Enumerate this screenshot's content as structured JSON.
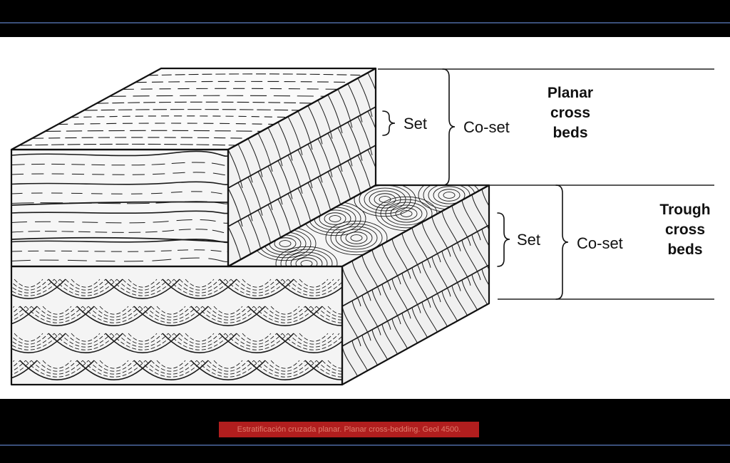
{
  "figure": {
    "planar_group": {
      "set_label": "Set",
      "coset_label": "Co-set",
      "title_lines": [
        "Planar",
        "cross",
        "beds"
      ]
    },
    "trough_group": {
      "set_label": "Set",
      "coset_label": "Co-set",
      "title_lines": [
        "Trough",
        "cross",
        "beds"
      ]
    }
  },
  "caption": {
    "text": "Estratificación cruzada planar. Planar cross-bedding. Geol 4500."
  },
  "colors": {
    "background": "#000000",
    "frame_line": "#3a4f7a",
    "slide": "#ffffff",
    "ink": "#111111",
    "caption_bg": "#b11e1e",
    "caption_text": "#e07d6d"
  }
}
